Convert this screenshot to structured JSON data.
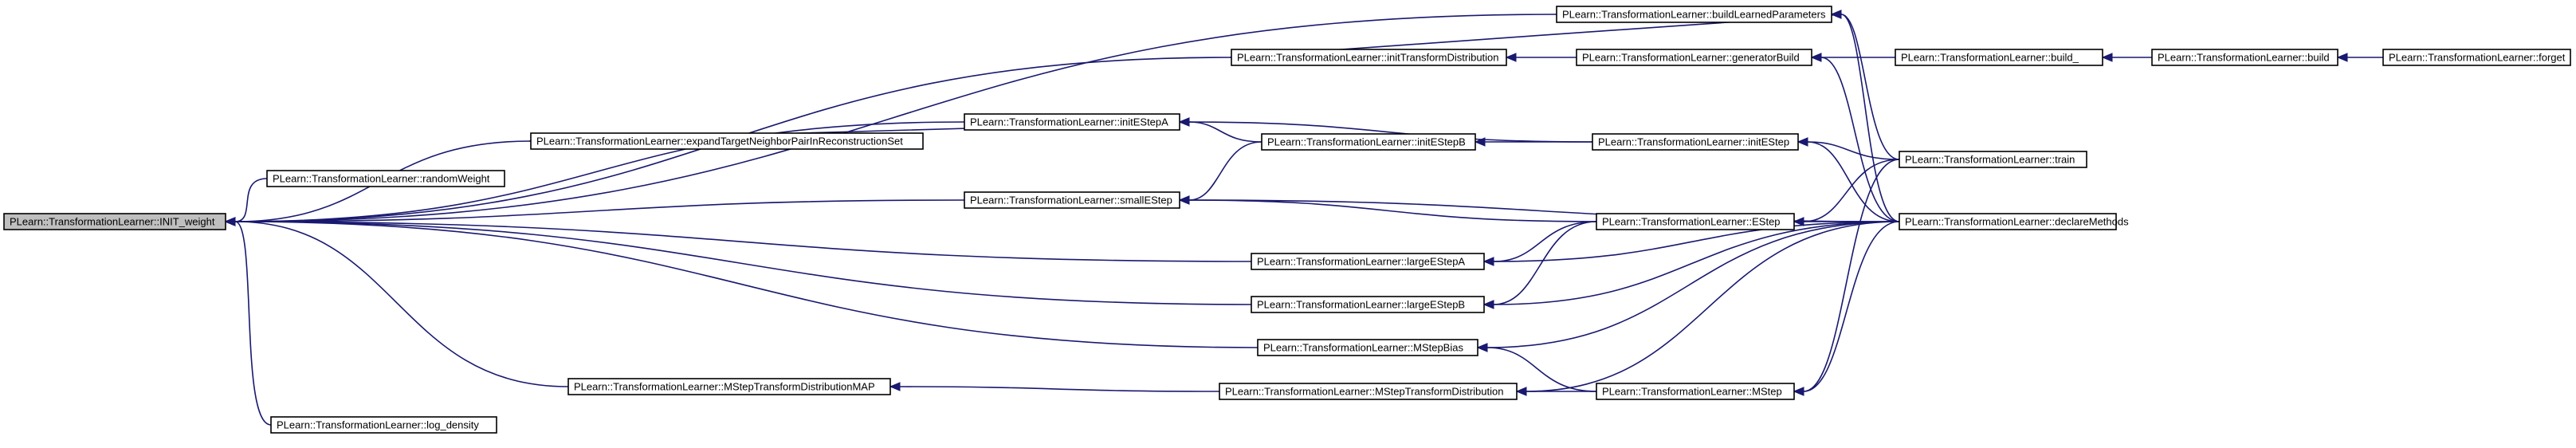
{
  "diagram": {
    "type": "call-graph",
    "edge_color": "#191970",
    "root_fill": "#bfbfbf",
    "nodes": [
      {
        "id": "init_weight",
        "label": "PLearn::TransformationLearner::INIT_weight",
        "root": true
      },
      {
        "id": "buildLearnedParameters",
        "label": "PLearn::TransformationLearner::buildLearnedParameters"
      },
      {
        "id": "initTransformDistribution",
        "label": "PLearn::TransformationLearner::initTransformDistribution"
      },
      {
        "id": "generatorBuild",
        "label": "PLearn::TransformationLearner::generatorBuild"
      },
      {
        "id": "build_",
        "label": "PLearn::TransformationLearner::build_"
      },
      {
        "id": "build",
        "label": "PLearn::TransformationLearner::build"
      },
      {
        "id": "forget",
        "label": "PLearn::TransformationLearner::forget"
      },
      {
        "id": "initEStepA",
        "label": "PLearn::TransformationLearner::initEStepA"
      },
      {
        "id": "expandTarget",
        "label": "PLearn::TransformationLearner::expandTargetNeighborPairInReconstructionSet"
      },
      {
        "id": "initEStepB",
        "label": "PLearn::TransformationLearner::initEStepB"
      },
      {
        "id": "initEStep",
        "label": "PLearn::TransformationLearner::initEStep"
      },
      {
        "id": "train",
        "label": "PLearn::TransformationLearner::train"
      },
      {
        "id": "randomWeight",
        "label": "PLearn::TransformationLearner::randomWeight"
      },
      {
        "id": "smallEStep",
        "label": "PLearn::TransformationLearner::smallEStep"
      },
      {
        "id": "EStep",
        "label": "PLearn::TransformationLearner::EStep"
      },
      {
        "id": "declareMethods",
        "label": "PLearn::TransformationLearner::declareMethods"
      },
      {
        "id": "largeEStepA",
        "label": "PLearn::TransformationLearner::largeEStepA"
      },
      {
        "id": "largeEStepB",
        "label": "PLearn::TransformationLearner::largeEStepB"
      },
      {
        "id": "MStepBias",
        "label": "PLearn::TransformationLearner::MStepBias"
      },
      {
        "id": "MStepTDMAP",
        "label": "PLearn::TransformationLearner::MStepTransformDistributionMAP"
      },
      {
        "id": "MStepTD",
        "label": "PLearn::TransformationLearner::MStepTransformDistribution"
      },
      {
        "id": "MStep",
        "label": "PLearn::TransformationLearner::MStep"
      },
      {
        "id": "log_density",
        "label": "PLearn::TransformationLearner::log_density"
      }
    ],
    "edges": [
      {
        "from": "buildLearnedParameters",
        "to": "init_weight"
      },
      {
        "from": "initTransformDistribution",
        "to": "init_weight"
      },
      {
        "from": "initEStepA",
        "to": "init_weight"
      },
      {
        "from": "expandTarget",
        "to": "init_weight"
      },
      {
        "from": "randomWeight",
        "to": "init_weight"
      },
      {
        "from": "smallEStep",
        "to": "init_weight"
      },
      {
        "from": "largeEStepA",
        "to": "init_weight"
      },
      {
        "from": "largeEStepB",
        "to": "init_weight"
      },
      {
        "from": "MStepBias",
        "to": "init_weight"
      },
      {
        "from": "MStepTDMAP",
        "to": "init_weight"
      },
      {
        "from": "log_density",
        "to": "init_weight"
      },
      {
        "from": "initTransformDistribution",
        "to": "buildLearnedParameters"
      },
      {
        "from": "generatorBuild",
        "to": "initTransformDistribution"
      },
      {
        "from": "build_",
        "to": "generatorBuild"
      },
      {
        "from": "build",
        "to": "build_"
      },
      {
        "from": "forget",
        "to": "build"
      },
      {
        "from": "expandTarget",
        "to": "initEStepA"
      },
      {
        "from": "initEStepB",
        "to": "initEStepA"
      },
      {
        "from": "initEStep",
        "to": "initEStepA"
      },
      {
        "from": "initEStep",
        "to": "initEStepB"
      },
      {
        "from": "train",
        "to": "initEStep"
      },
      {
        "from": "declareMethods",
        "to": "initEStep"
      },
      {
        "from": "train",
        "to": "buildLearnedParameters"
      },
      {
        "from": "declareMethods",
        "to": "buildLearnedParameters"
      },
      {
        "from": "declareMethods",
        "to": "generatorBuild"
      },
      {
        "from": "initEStepB",
        "to": "smallEStep"
      },
      {
        "from": "EStep",
        "to": "smallEStep"
      },
      {
        "from": "declareMethods",
        "to": "smallEStep"
      },
      {
        "from": "train",
        "to": "EStep"
      },
      {
        "from": "declareMethods",
        "to": "EStep"
      },
      {
        "from": "EStep",
        "to": "largeEStepA"
      },
      {
        "from": "declareMethods",
        "to": "largeEStepA"
      },
      {
        "from": "EStep",
        "to": "largeEStepB"
      },
      {
        "from": "declareMethods",
        "to": "largeEStepB"
      },
      {
        "from": "MStep",
        "to": "MStepBias"
      },
      {
        "from": "declareMethods",
        "to": "MStepBias"
      },
      {
        "from": "MStepTD",
        "to": "MStepTDMAP"
      },
      {
        "from": "MStep",
        "to": "MStepTD"
      },
      {
        "from": "declareMethods",
        "to": "MStepTD"
      },
      {
        "from": "declareMethods",
        "to": "MStep"
      },
      {
        "from": "train",
        "to": "MStep"
      }
    ]
  }
}
